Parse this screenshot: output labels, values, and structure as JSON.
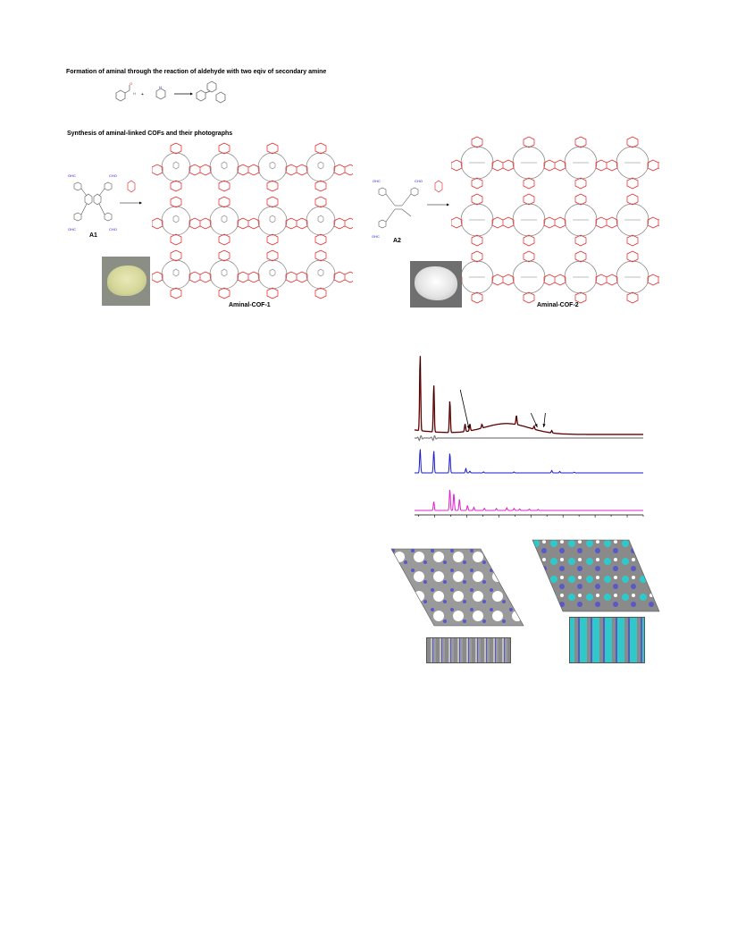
{
  "page": {
    "heading_reaction": "Formation of aminal through the reaction of aldehyde with two eqiv of secondary amine",
    "heading_synthesis": "Synthesis of  aminal-linked  COFs  and their photographs"
  },
  "scheme": {
    "monomer1": "A1",
    "monomer2": "A2",
    "product1": "Aminal-COF-1",
    "product2": "Aminal-COF-2",
    "substituent": "CHO",
    "substituent_left": "OHC",
    "ring_atom": "N"
  },
  "photos": {
    "cof1_color": "#d6d79a",
    "cof2_color": "#d9d9d9"
  },
  "colors": {
    "linker": "#e21b1b",
    "aldehyde": "#1a1ad6",
    "backbone": "#7a7a7a",
    "pxrd_exp": "#000000",
    "pxrd_fit": "#b41e1e",
    "pxrd_diff": "#808080",
    "pxrd_sim1": "#1a1ad0",
    "pxrd_sim2": "#e020d0",
    "atom_carbon": "#8a8a8a",
    "atom_nitrogen": "#5858c8",
    "atom_cyan": "#30c8c8"
  },
  "chart_data": {
    "type": "line",
    "series": [
      {
        "peaks": [
          [
            2.2,
            100
          ],
          [
            3.9,
            62
          ],
          [
            5.9,
            42
          ],
          [
            7.8,
            10
          ],
          [
            8.4,
            9
          ],
          [
            9.9,
            5
          ],
          [
            14.2,
            12
          ],
          [
            16.4,
            4
          ],
          [
            18.6,
            3
          ]
        ]
      },
      {
        "peaks": [
          [
            2.2,
            0
          ],
          [
            3.9,
            0
          ]
        ]
      },
      {
        "peaks": [
          [
            2.2,
            100
          ],
          [
            3.9,
            92
          ],
          [
            5.9,
            82
          ],
          [
            7.9,
            18
          ],
          [
            8.4,
            7
          ],
          [
            10.1,
            4
          ],
          [
            13.9,
            4
          ],
          [
            18.6,
            10
          ],
          [
            19.6,
            6
          ],
          [
            21.4,
            3
          ]
        ]
      },
      {
        "peaks": [
          [
            3.9,
            40
          ],
          [
            5.9,
            95
          ],
          [
            6.4,
            78
          ],
          [
            7.1,
            50
          ],
          [
            8.1,
            22
          ],
          [
            8.9,
            14
          ],
          [
            10.2,
            10
          ],
          [
            11.7,
            9
          ],
          [
            13.0,
            12
          ],
          [
            13.9,
            9
          ],
          [
            14.6,
            7
          ],
          [
            15.8,
            6
          ],
          [
            16.9,
            5
          ]
        ]
      }
    ]
  }
}
